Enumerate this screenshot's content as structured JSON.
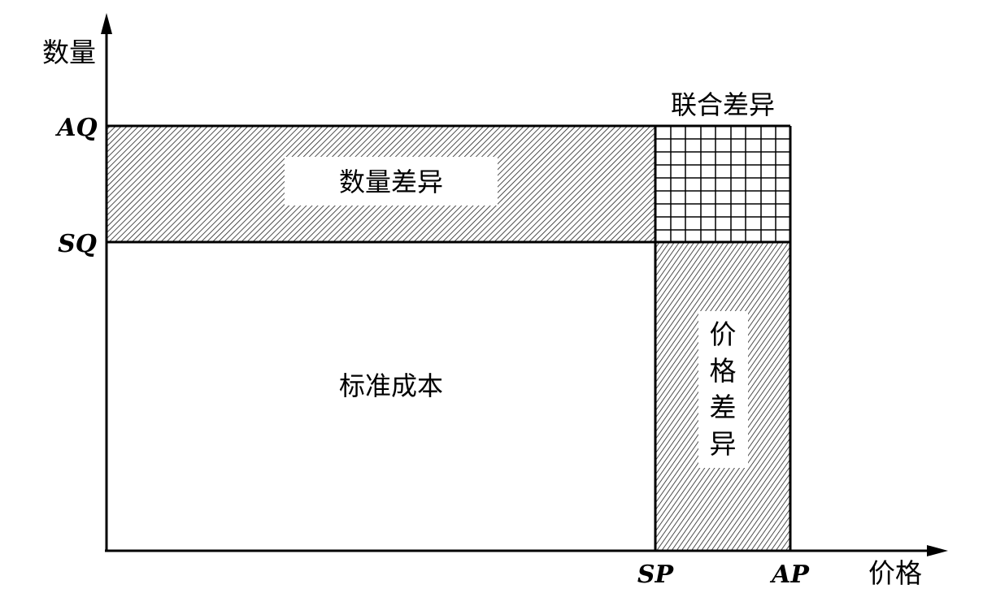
{
  "axes": {
    "y_label": "数量",
    "x_label": "价格",
    "y_ticks": [
      "AQ",
      "SQ"
    ],
    "x_ticks": [
      "SP",
      "AP"
    ]
  },
  "regions": {
    "quantity_variance": "数量差异",
    "joint_variance": "联合差异",
    "standard_cost": "标准成本",
    "price_variance_chars": [
      "价",
      "格",
      "差",
      "异"
    ]
  }
}
